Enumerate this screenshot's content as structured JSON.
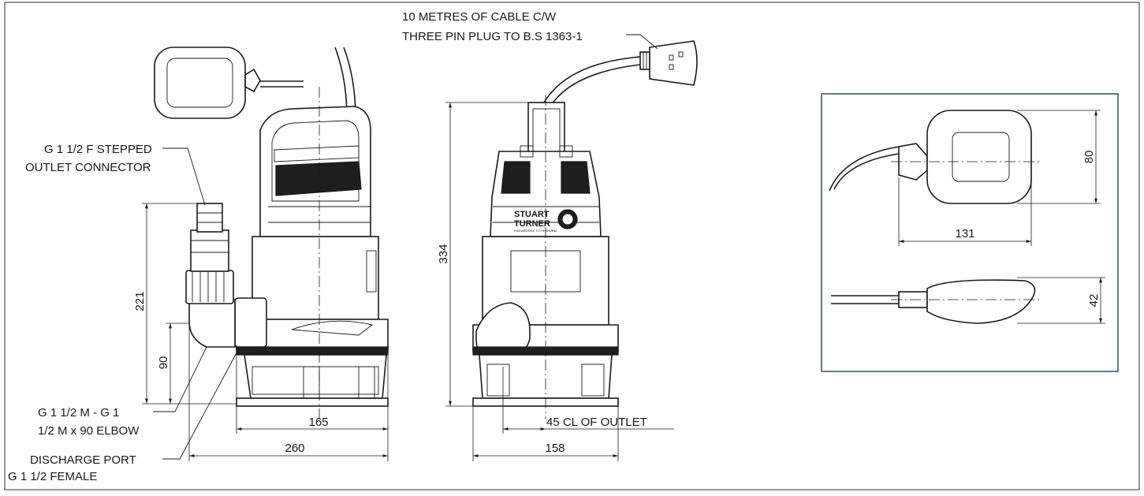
{
  "labels": {
    "cable_line1": "10 METRES OF CABLE C/W",
    "cable_line2": "THREE PIN PLUG TO B.S 1363-1",
    "outlet_line1": "G 1 1/2 F STEPPED",
    "outlet_line2": "OUTLET CONNECTOR",
    "elbow_line1": "G 1 1/2 M - G 1",
    "elbow_line2": "1/2 M x 90 ELBOW",
    "port_line1": "DISCHARGE PORT",
    "port_line2": "G 1 1/2  FEMALE",
    "cl_outlet": "45 CL OF OUTLET"
  },
  "dimensions": {
    "outlet_height": "221",
    "port_height": "90",
    "side_width_inner": "165",
    "side_width_overall": "260",
    "front_height": "334",
    "front_width": "158",
    "float_height": "80",
    "float_length": "131",
    "float_thickness": "42"
  },
  "brand": {
    "line1": "STUART",
    "line2": "TURNER",
    "tagline": "ENGINEERED TO PERFORM"
  },
  "colors": {
    "line": "#1a1a1a",
    "panel_border": "#2f5066"
  }
}
